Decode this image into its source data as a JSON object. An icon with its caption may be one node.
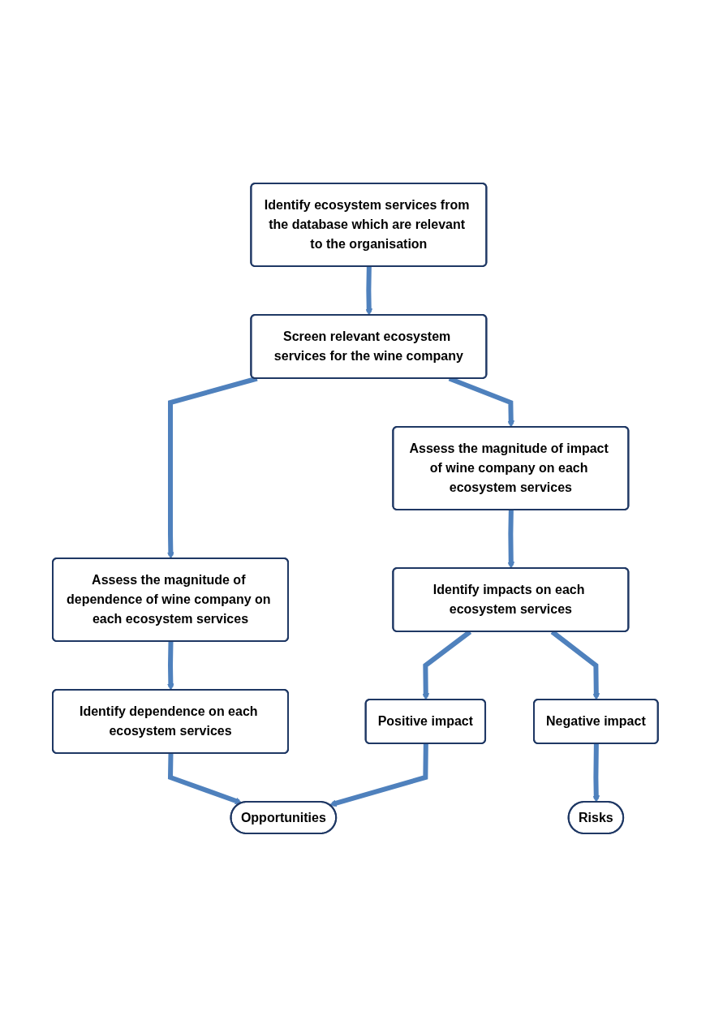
{
  "diagram": {
    "nodes": [
      {
        "text": [
          "Identify ecosystem services from the database which are relevant to the organisation"
        ]
      },
      {
        "text": [
          "Screen relevant ecosystem services for the wine company"
        ]
      },
      {
        "text": [
          "Assess the magnitude of dependence of wine company on each ecosystem services"
        ]
      },
      {
        "text": [
          "Assess the magnitude of impact of wine company on each ecosystem services"
        ]
      },
      {
        "text": [
          "Identify dependence on each ecosystem services"
        ]
      },
      {
        "text": [
          "Identify impacts on each ecosystem services"
        ]
      },
      {
        "text": [
          "Opportunities"
        ]
      },
      {
        "text": [
          "Positive impact"
        ]
      },
      {
        "text": [
          "Risks"
        ]
      },
      {
        "text": [
          "Negative impact"
        ]
      }
    ],
    "edges": [
      {
        "from": 0,
        "to": 1,
        "arrow": "to"
      },
      {
        "from": 1,
        "to": 2,
        "arrow": "to"
      },
      {
        "from": 1,
        "to": 3,
        "arrow": "to"
      },
      {
        "from": 2,
        "to": 4,
        "arrow": "to"
      },
      {
        "from": 3,
        "to": 5,
        "arrow": "to"
      },
      {
        "from": 4,
        "to": 6,
        "arrow": "to"
      },
      {
        "from": 5,
        "to": 7,
        "arrow": "to"
      },
      {
        "from": 5,
        "to": 9,
        "arrow": "to"
      },
      {
        "from": 7,
        "to": 6,
        "arrow": "to"
      },
      {
        "from": 9,
        "to": 8,
        "arrow": "to"
      }
    ]
  }
}
